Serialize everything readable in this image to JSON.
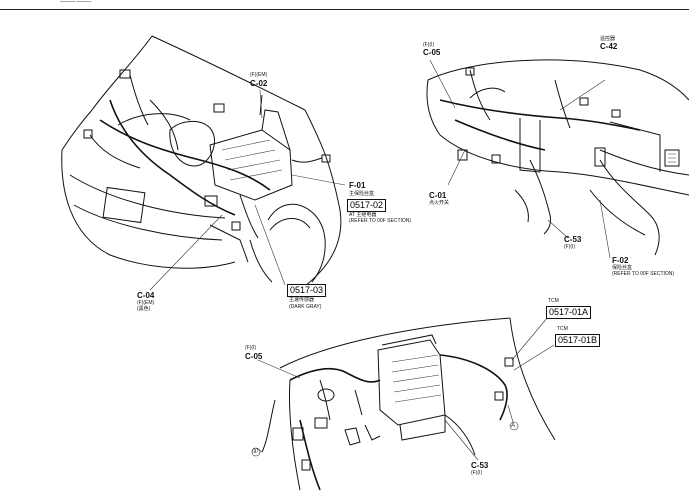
{
  "header": {
    "note": "——— ———"
  },
  "engine_view": {
    "c02": {
      "sub": "(F)(EM)",
      "code": "C-02"
    },
    "f01": {
      "code": "F-01",
      "sub": "主保险丝盒"
    },
    "box_0517_02": {
      "code": "0517-02",
      "sub1": "AT 主继电器",
      "sub2": "(REFER TO 00F SECTION)"
    },
    "box_0517_03": {
      "code": "0517-03",
      "sub1": "主速传感器",
      "sub2": "(DARK GRAY)"
    },
    "c04": {
      "code": "C-04",
      "sub1": "(F)(EM)",
      "sub2": "(黑色)"
    }
  },
  "dash_view": {
    "c05": {
      "sub": "(F)(I)",
      "code": "C-05"
    },
    "c42": {
      "sub": "遥控器",
      "code": "C-42"
    },
    "c01": {
      "code": "C-01",
      "sub": "点火开关"
    },
    "c53": {
      "code": "C-53",
      "sub": "(F)(I)"
    },
    "f02": {
      "code": "F-02",
      "sub1": "保险丝盒",
      "sub2": "(REFER TO 00F SECTION)"
    }
  },
  "console_view": {
    "c05": {
      "sub": "(F)(I)",
      "code": "C-05"
    },
    "tcm1": {
      "label": "TCM",
      "code": "0517-01A"
    },
    "tcm2": {
      "label": "TCM",
      "code": "0517-01B"
    },
    "c53": {
      "code": "C-53",
      "sub": "(F)(I)"
    },
    "marker1": "①",
    "marker_a": "A"
  }
}
